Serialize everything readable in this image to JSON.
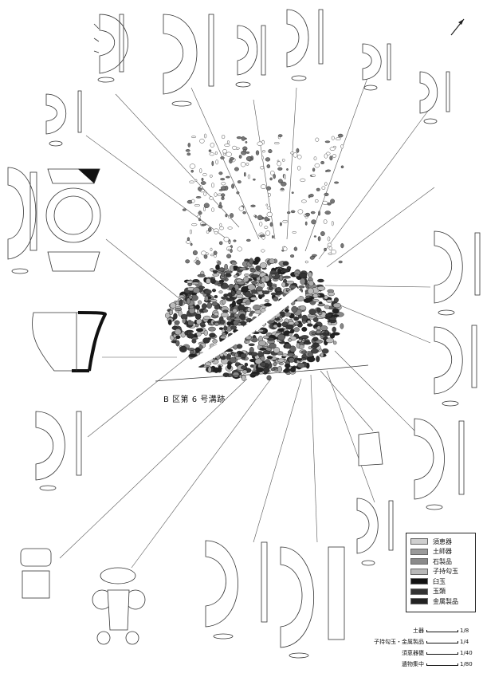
{
  "site_label": "B 区第 6 号溝跡",
  "legend": {
    "items": [
      {
        "label": "須恵器",
        "color": "#cfcfcf"
      },
      {
        "label": "土師器",
        "color": "#9a9a9a"
      },
      {
        "label": "石製品",
        "color": "#8a8a8a"
      },
      {
        "label": "子持勾玉",
        "color": "#b8b8b8"
      },
      {
        "label": "臼玉",
        "color": "#111111"
      },
      {
        "label": "玉類",
        "color": "#333333"
      },
      {
        "label": "金属製品",
        "color": "#222222"
      }
    ]
  },
  "scales": [
    {
      "label": "土器",
      "ratio": "1/8"
    },
    {
      "label": "子持勾玉・金属製品",
      "ratio": "1/4"
    },
    {
      "label": "須恵器甕",
      "ratio": "1/40"
    },
    {
      "label": "遺物集中",
      "ratio": "1/80"
    }
  ],
  "north_arrow": {
    "icon": "north-arrow-icon"
  }
}
